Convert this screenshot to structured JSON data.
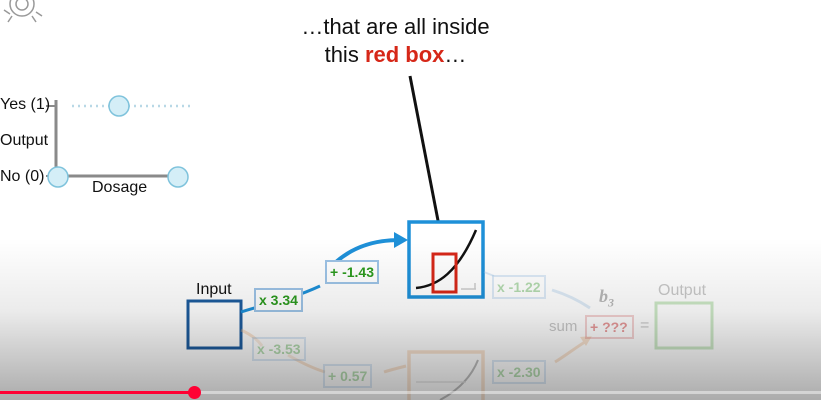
{
  "annotation": {
    "line1": "…that are all inside",
    "line2_pre": "this ",
    "line2_highlight": "red box",
    "line2_post": "…"
  },
  "plot": {
    "yes_label": "Yes (1)",
    "output_label": "Output",
    "no_label": "No (0)",
    "dosage_label": "Dosage"
  },
  "network": {
    "input_label": "Input",
    "weight_top": "x 3.34",
    "bias_top": "+ -1.43",
    "weight_bottom": "x -3.53",
    "bias_bottom": "+ 0.57",
    "out_weight_top": "x -1.22",
    "out_weight_bottom": "x -2.30",
    "b3_label": "b",
    "b3_sub": "3",
    "sum_label": "sum",
    "unknown_bias": "+ ???",
    "equals": "=",
    "output_label": "Output"
  },
  "colors": {
    "accent_blue": "#1e90d8",
    "red_box": "#d62718",
    "weight_green": "#2c9a1f",
    "progress_red": "#ff0033"
  },
  "player": {
    "progress": 0.237
  }
}
